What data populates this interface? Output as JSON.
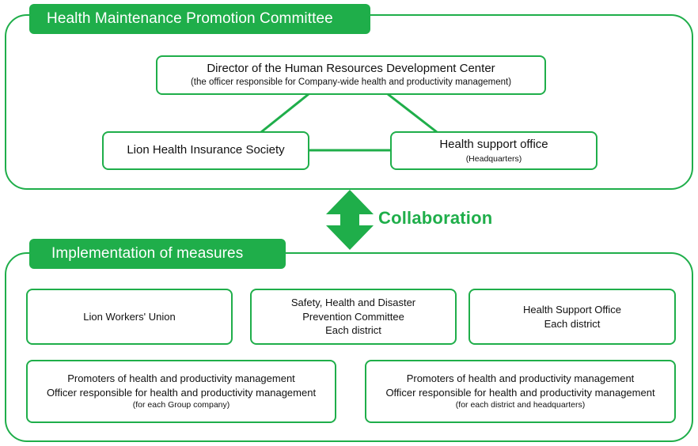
{
  "top": {
    "title": "Health Maintenance Promotion Committee",
    "director": {
      "line1": "Director of the Human Resources Development Center",
      "line2": "(the officer responsible for Company-wide health and productivity management)"
    },
    "insurance": "Lion Health Insurance Society",
    "support": {
      "line1": "Health support office",
      "line2": "(Headquarters)"
    }
  },
  "collaboration": "Collaboration",
  "bottom": {
    "title": "Implementation of measures",
    "union": "Lion Workers' Union",
    "safety": {
      "line1": "Safety, Health and Disaster",
      "line2": "Prevention Committee",
      "line3": "Each district"
    },
    "hso": {
      "line1": "Health Support Office",
      "line2": "Each district"
    },
    "promoters_group": {
      "line1": "Promoters of health and productivity management",
      "line2": "Officer responsible for health and productivity management",
      "line3": "(for each Group company)"
    },
    "promoters_district": {
      "line1": "Promoters of health and productivity management",
      "line2": "Officer responsible for health and productivity management",
      "line3": "(for each district and headquarters)"
    }
  },
  "colors": {
    "accent": "#1fae4a"
  }
}
